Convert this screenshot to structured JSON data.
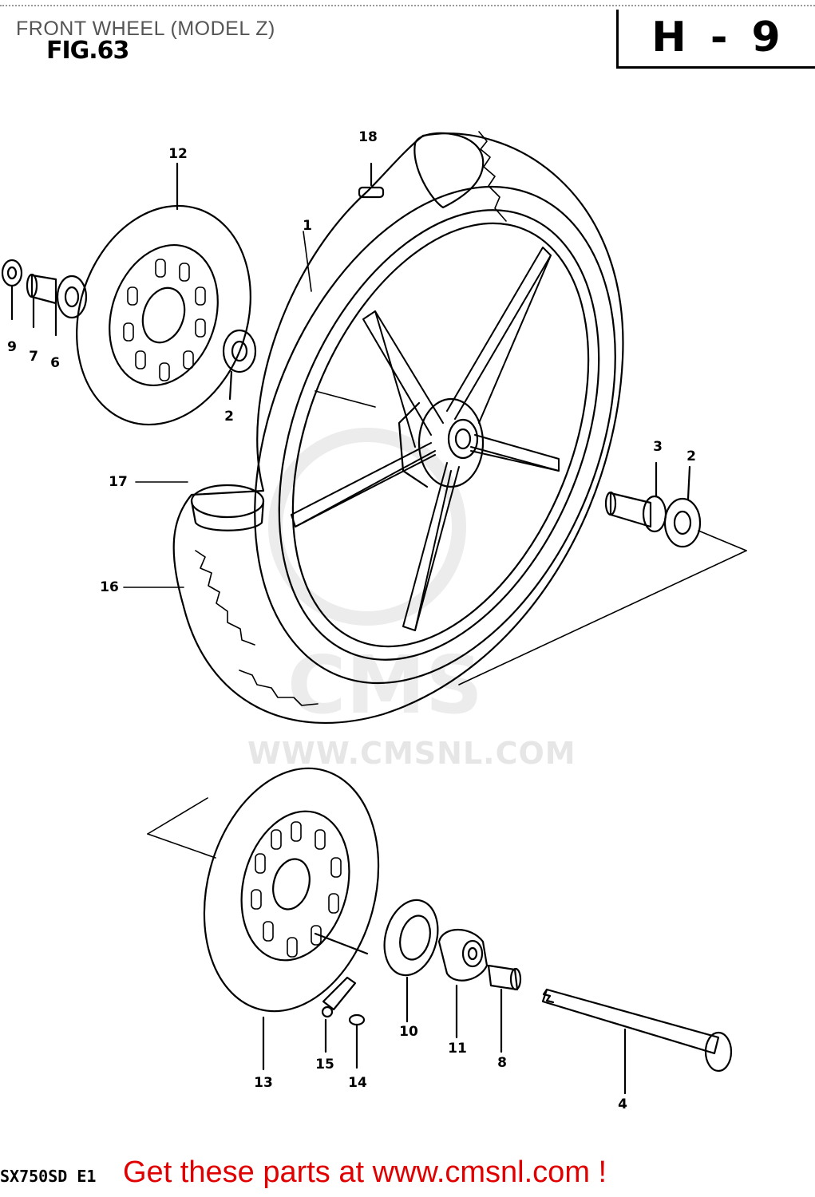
{
  "header": {
    "title": "FRONT WHEEL (MODEL Z)",
    "figure": "FIG.63",
    "page_code": "H - 9"
  },
  "watermark": {
    "brand": "CMS",
    "url": "WWW.CMSNL.COM"
  },
  "callouts": [
    {
      "id": "c1",
      "label": "1"
    },
    {
      "id": "c2a",
      "label": "2"
    },
    {
      "id": "c2b",
      "label": "2"
    },
    {
      "id": "c3",
      "label": "3"
    },
    {
      "id": "c4",
      "label": "4"
    },
    {
      "id": "c6",
      "label": "6"
    },
    {
      "id": "c7",
      "label": "7"
    },
    {
      "id": "c8",
      "label": "8"
    },
    {
      "id": "c9",
      "label": "9"
    },
    {
      "id": "c10",
      "label": "10"
    },
    {
      "id": "c11",
      "label": "11"
    },
    {
      "id": "c12",
      "label": "12"
    },
    {
      "id": "c13",
      "label": "13"
    },
    {
      "id": "c14",
      "label": "14"
    },
    {
      "id": "c15",
      "label": "15"
    },
    {
      "id": "c16",
      "label": "16"
    },
    {
      "id": "c17",
      "label": "17"
    },
    {
      "id": "c18",
      "label": "18"
    }
  ],
  "footer": {
    "model_code": "SX750SD E1",
    "link_text": "Get these parts at www.cmsnl.com !"
  },
  "colors": {
    "line": "#000000",
    "watermark": "#e6e6e6",
    "footer_link": "#e00000",
    "header_title": "#555555"
  }
}
